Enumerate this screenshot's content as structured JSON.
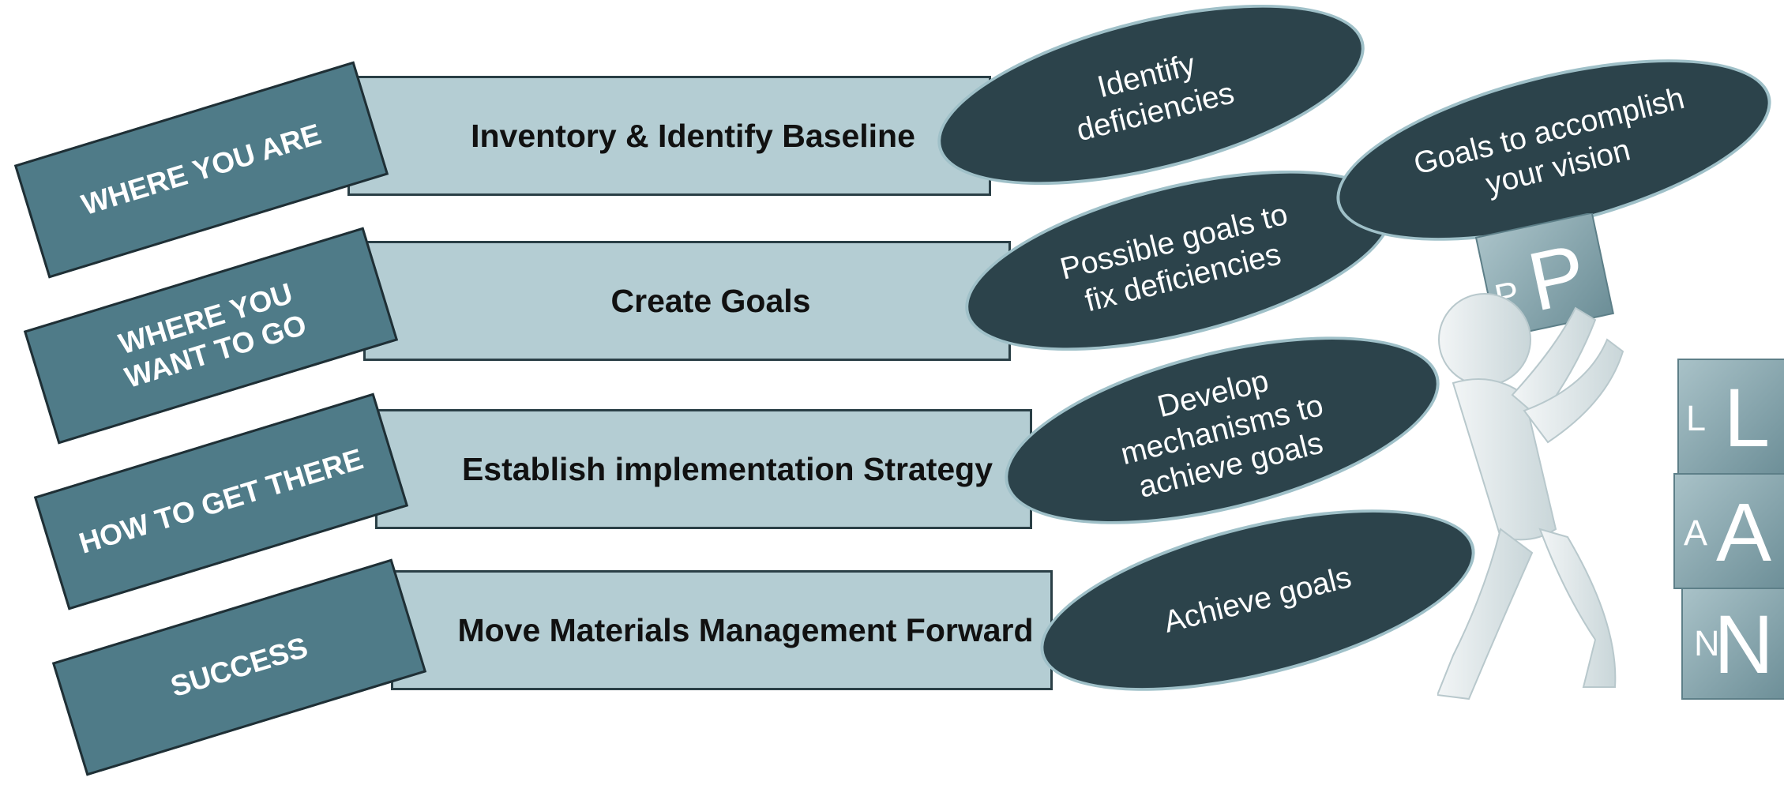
{
  "rows": [
    {
      "stage": "WHERE YOU ARE",
      "action": "Inventory & Identify Baseline",
      "bubble": "Identify deficiencies"
    },
    {
      "stage": "WHERE YOU WANT TO GO",
      "action": "Create Goals",
      "bubble": "Possible goals to fix deficiencies"
    },
    {
      "stage": "HOW TO GET THERE",
      "action": "Establish implementation Strategy",
      "bubble": "Develop mechanisms to achieve goals"
    },
    {
      "stage": "SUCCESS",
      "action": "Move Materials Management Forward",
      "bubble": "Achieve goals"
    }
  ],
  "extra_bubble": "Goals to accomplish your vision",
  "illustration": {
    "icon": "person-stacking-plan-blocks-icon",
    "letters": [
      "P",
      "L",
      "A",
      "N"
    ],
    "small_letters": [
      "P",
      "L",
      "A",
      "N"
    ]
  },
  "colors": {
    "bar_fill": "#b4cdd3",
    "tag_fill": "#4f7b88",
    "bubble_fill": "#2c434b",
    "bubble_border": "#9fc0c8"
  }
}
